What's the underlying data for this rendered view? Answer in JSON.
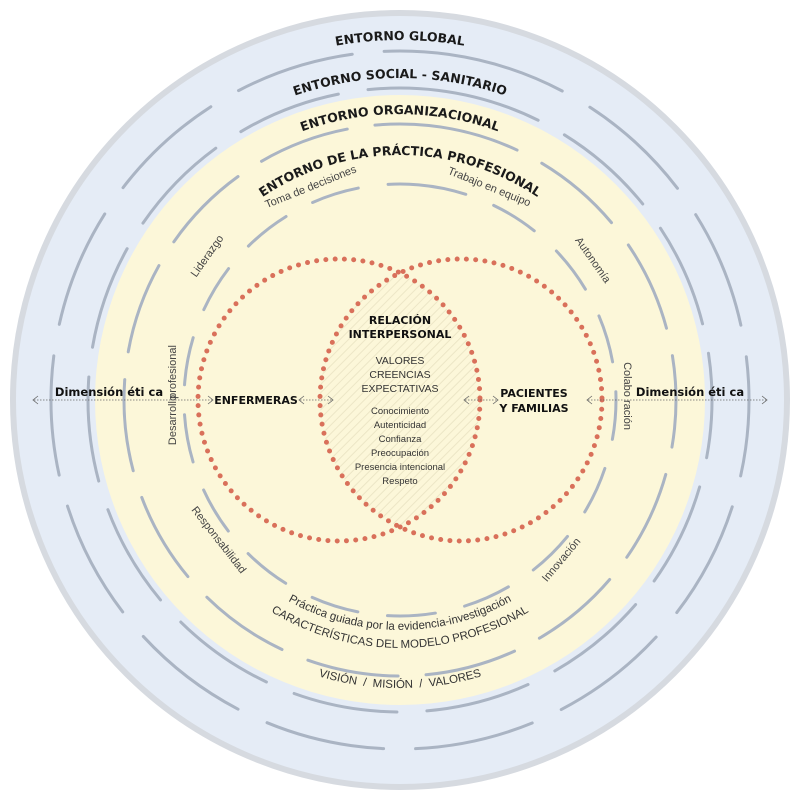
{
  "rings": {
    "global": "ENTORNO GLOBAL",
    "social": "ENTORNO SOCIAL - SANITARIO",
    "organizational": "ENTORNO ORGANIZACIONAL",
    "practice": "ENTORNO DE LA PRÁCTICA PROFESIONAL"
  },
  "attributes": {
    "decisions": "Toma de decisiones",
    "teamwork": "Trabajo en equipo",
    "leadership": "Liderazgo",
    "autonomy": "Autonomía",
    "development_a": "Desarrollo",
    "development_b": "profesional",
    "collaboration": "Colabo ración",
    "responsibility": "Responsabilidad",
    "innovation": "Innovación"
  },
  "bottom": {
    "evidence": "Práctica guiada por la evidencia-investigación",
    "characteristics": "CARACTERÍSTICAS DEL MODELO PROFESIONAL",
    "vision": "VISIÓN  /  MISIÓN  /  VALORES"
  },
  "ethics": {
    "left": "Dimensión éti ca",
    "right": "Dimensión éti ca"
  },
  "actors": {
    "nurses": "ENFERMERAS",
    "patients_1": "PACIENTES",
    "patients_2": "Y FAMILIAS"
  },
  "center": {
    "title_1": "RELACIÓN",
    "title_2": "INTERPERSONAL",
    "values": [
      "VALORES",
      "CREENCIAS",
      "EXPECTATIVAS"
    ],
    "items": [
      "Conocimiento",
      "Autenticidad",
      "Confianza",
      "Preocupación",
      "Presencia intencional",
      "Respeto"
    ]
  },
  "colors": {
    "outer_border": "#d6dae0",
    "blue_fill": "#e5ecf6",
    "yellow_fill": "#fcf7d9",
    "ring_line": "#aab4c3",
    "dots": "#d9705a"
  }
}
